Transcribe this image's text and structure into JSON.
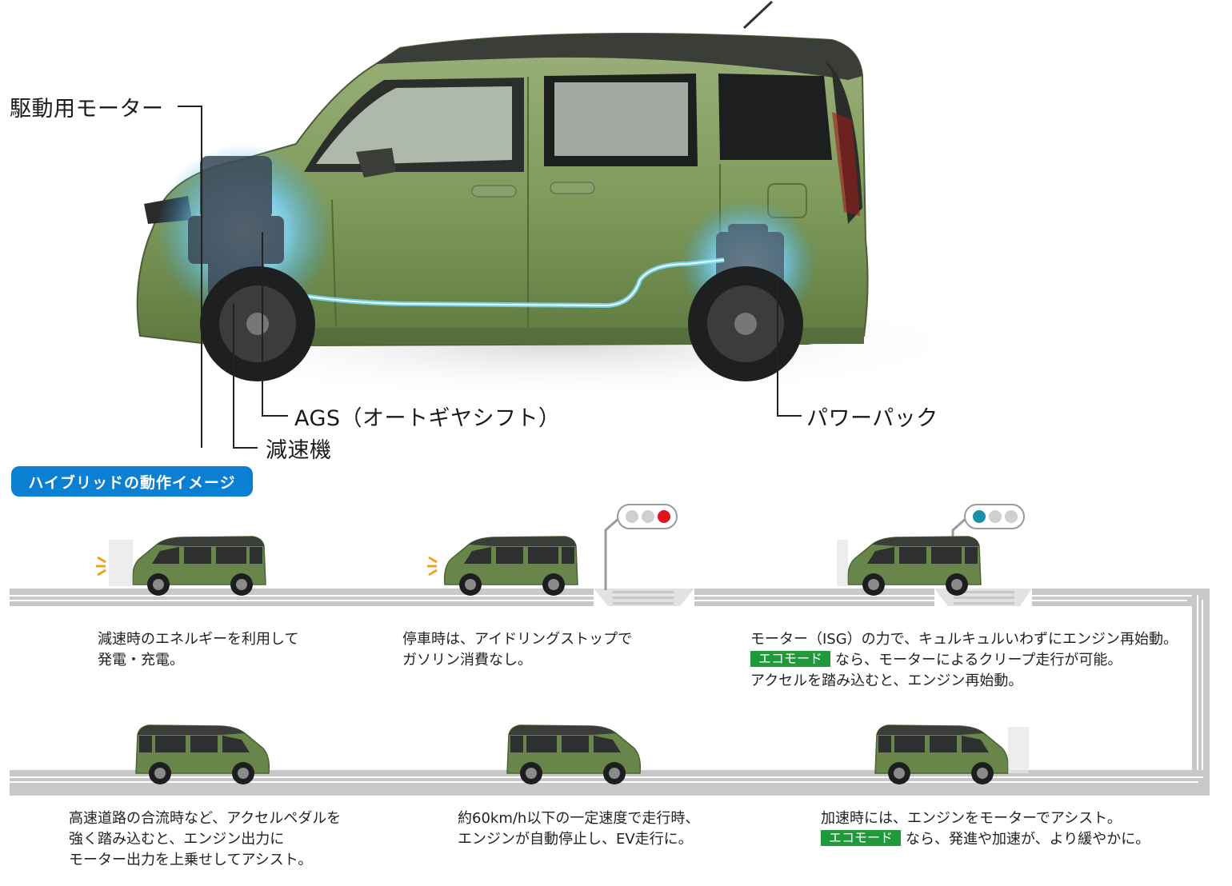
{
  "labels": {
    "motor": "駆動用モーター",
    "ags": "AGS（オートギヤシフト）",
    "reducer": "減速機",
    "powerpack": "パワーパック"
  },
  "section_title": "ハイブリッドの動作イメージ",
  "stages": [
    {
      "lines": [
        "減速時のエネルギーを利用して",
        "発電・充電。"
      ]
    },
    {
      "lines": [
        "停車時は、アイドリングストップで",
        "ガソリン消費なし。"
      ]
    },
    {
      "lines": [
        "モーター（ISG）の力で、キュルキュルいわずにエンジン再始動。",
        "なら、モーターによるクリープ走行が可能。",
        "アクセルを踏み込むと、エンジン再始動。"
      ],
      "eco_line": 1
    },
    {
      "lines": [
        "高速道路の合流時など、アクセルペダルを",
        "強く踏み込むと、エンジン出力に",
        "モーター出力を上乗せしてアシスト。"
      ]
    },
    {
      "lines": [
        "約60km/h以下の一定速度で走行時、",
        "エンジンが自動停止し、EV走行に。"
      ]
    },
    {
      "lines": [
        "加速時には、エンジンをモーターでアシスト。",
        "なら、発進や加速が、より緩やかに。"
      ],
      "eco_line": 1
    }
  ],
  "eco_mode_label": "エコモード",
  "colors": {
    "car_body": "#6a8a4c",
    "car_roof": "#3c3f3a",
    "badge_blue": "#0b7fd1",
    "eco_green": "#1f9a3a",
    "road_gray": "#c8c8c8",
    "signal_red": "#e0141b",
    "signal_teal": "#1a8fa6",
    "energy_blue": "#5ad0ff"
  }
}
